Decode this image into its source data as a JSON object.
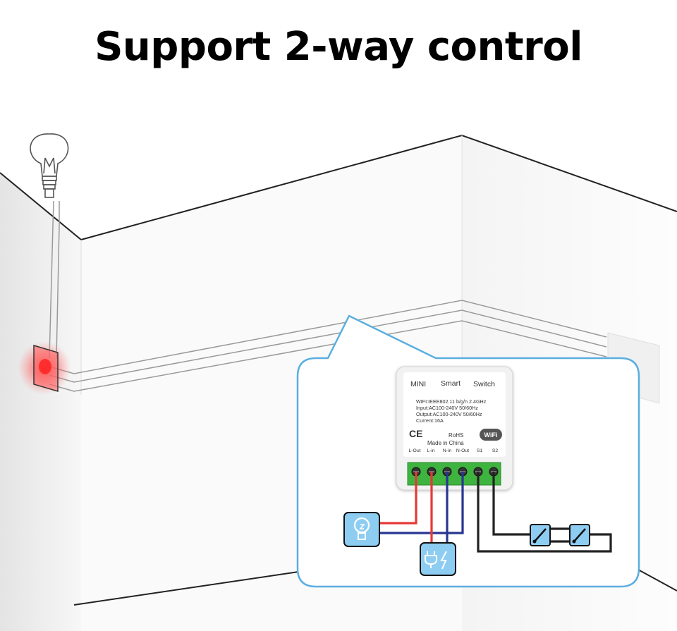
{
  "headline": "Support 2-way control",
  "device": {
    "title_words": [
      "MINI",
      "Smart",
      "Switch"
    ],
    "specs": [
      "WIFI:IEEE802.11 b/g/n 2.4GHz",
      "Input:AC100-240V 50/60Hz",
      "Output:AC100-240V 50/60Hz",
      "Current:16A"
    ],
    "ce_mark": "CE",
    "rohs": "RoHS",
    "made_in": "Made  in  China",
    "wifi_logo": "WiFi",
    "terminal_labels": [
      "L-Out",
      "L-in",
      "N-in",
      "N-Out",
      "S1",
      "S2"
    ]
  },
  "colors": {
    "live_wire": "#e53935",
    "neutral_wire": "#283593",
    "switch_wire": "#222222",
    "terminal_block": "#3fb33f",
    "callout_border": "#5aaee0",
    "icon_fill": "#8ecdf2",
    "indicator": "#ff3b3b"
  },
  "icons": [
    "light-bulb-icon",
    "plug-power-icon",
    "wall-switch-icon"
  ]
}
